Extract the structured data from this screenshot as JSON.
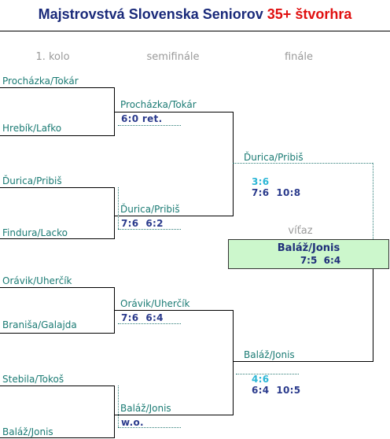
{
  "header": {
    "title_main": "Majstrovstvá Slovenska Seniorov",
    "title_accent": "35+ štvorhra",
    "title_color": "#1a2a7a",
    "accent_color": "#e01010"
  },
  "rounds": {
    "r1": "1. kolo",
    "semi": "semifinále",
    "final": "finále"
  },
  "round1": [
    {
      "team": "Procházka/Tokár"
    },
    {
      "team": "Hrebík/Lafko"
    },
    {
      "team": "Ďurica/Pribiš"
    },
    {
      "team": "Findura/Lacko"
    },
    {
      "team": "Orávik/Uherčík"
    },
    {
      "team": "Braniša/Galajda"
    },
    {
      "team": "Stebila/Tokoš"
    },
    {
      "team": "Baláž/Jonis"
    }
  ],
  "semis": [
    {
      "team": "Procházka/Tokár",
      "score": "6:0 ret."
    },
    {
      "team": "Ďurica/Pribiš",
      "score": "7:6  6:2"
    },
    {
      "team": "Orávik/Uherčík",
      "score": "7:6  6:4"
    },
    {
      "team": "Baláž/Jonis",
      "score": "w.o."
    }
  ],
  "finalists": [
    {
      "team": "Ďurica/Pribiš",
      "score_lost": "3:6",
      "score_rest": "7:6  10:8"
    },
    {
      "team": "Baláž/Jonis",
      "score_lost": "4:6",
      "score_rest": "6:4  10:5"
    }
  ],
  "winner": {
    "label": "víťaz",
    "team": "Baláž/Jonis",
    "score": "7:5  6:4",
    "box_color": "#ccf7cc"
  }
}
